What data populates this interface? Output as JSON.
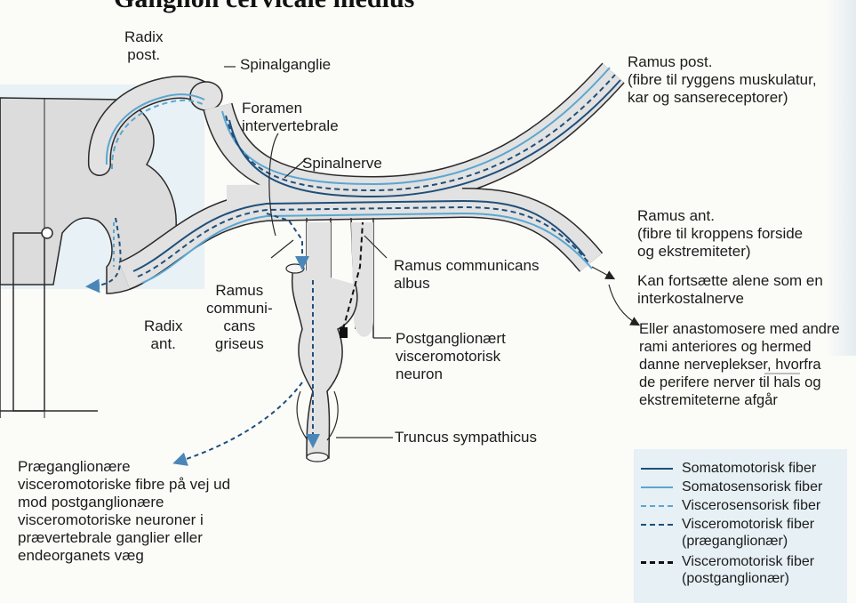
{
  "heading": "Ganglion cervicale medius",
  "labels": {
    "radix_post": [
      "Radix",
      "post."
    ],
    "spinalganglie": "Spinalganglie",
    "foramen": [
      "Foramen",
      "intervertebrale"
    ],
    "spinalnerve": "Spinalnerve",
    "ramus_post": [
      "Ramus post.",
      "(fibre til ryggens muskulatur,",
      "kar og sansereceptorer)"
    ],
    "ramus_ant": [
      "Ramus ant.",
      "(fibre til kroppens forside",
      "og ekstremiteter)"
    ],
    "kan_fortsaette": [
      "Kan fortsætte alene som en",
      "interkostalnerve"
    ],
    "eller_anastomosere": [
      "Eller anastomosere med andre",
      "rami anteriores og hermed",
      "danne nerveplekser, hvorfra",
      "de perifere nerver til hals og",
      "ekstremiteterne afgår"
    ],
    "ramus_comm_albus": [
      "Ramus communicans",
      "albus"
    ],
    "ramus_comm_griseus": [
      "Ramus",
      "communi-",
      "cans",
      "griseus"
    ],
    "radix_ant": [
      "Radix",
      "ant."
    ],
    "postganglionaert": [
      "Postganglionært",
      "visceromotorisk",
      "neuron"
    ],
    "truncus": "Truncus sympathicus",
    "praeganglionaere": [
      "Præganglionære",
      "visceromotoriske fibre på vej ud",
      "mod postganglionære",
      "visceromotoriske neuroner i",
      "prævertebrale ganglier eller",
      "endeorganets væg"
    ]
  },
  "legend": [
    {
      "label": "Somatomotorisk fiber",
      "style": "solid",
      "color": "#1f4f7a"
    },
    {
      "label": "Somatosensorisk fiber",
      "style": "solid",
      "color": "#5aa6d0"
    },
    {
      "label": "Viscerosensorisk fiber",
      "style": "dashed",
      "color": "#5aa6d0"
    },
    {
      "label": "Visceromotorisk fiber",
      "sub": "(præganglionær)",
      "style": "dashed",
      "color": "#1f4f7a"
    },
    {
      "label": "Visceromotorisk fiber",
      "sub": "(postganglionær)",
      "style": "dashed-bold",
      "color": "#111111"
    }
  ],
  "colors": {
    "nerve_fill": "#e2e2e2",
    "outline": "#2a2a2a",
    "somatomotor": "#1f4f7a",
    "somatosensory": "#5aa6d0",
    "legend_bg": "#e6f0f5"
  }
}
